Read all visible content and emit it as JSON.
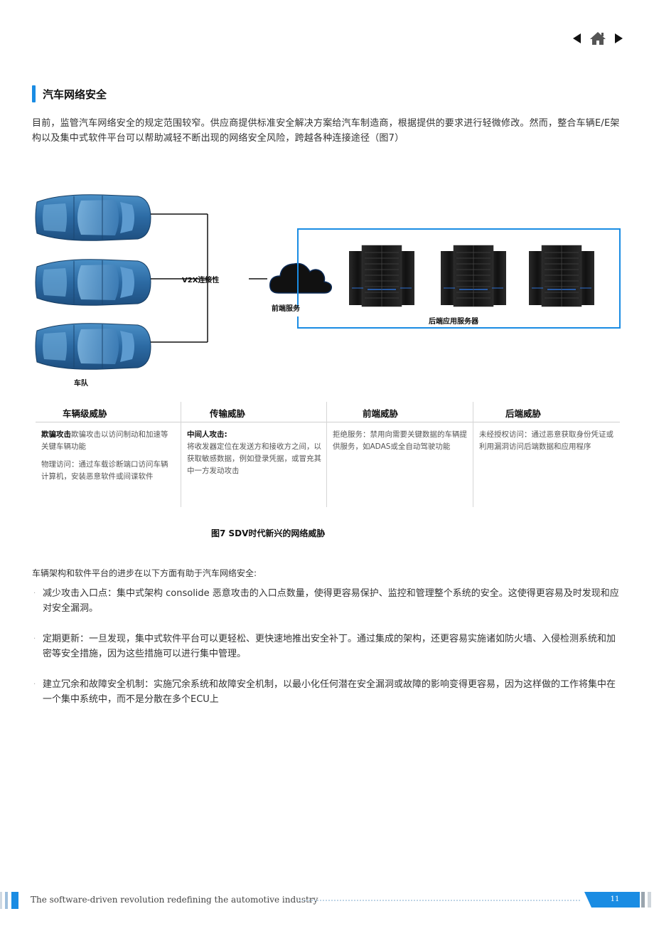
{
  "section": {
    "title": "汽车网络安全",
    "intro": "目前，监管汽车网络安全的规定范围较窄。供应商提供标准安全解决方案给汽车制造商，根据提供的要求进行轻微修改。然而，整合车辆E/E架构以及集中式软件平台可以帮助减轻不断出现的网络安全风险，跨越各种连接途径（图7）"
  },
  "diagram": {
    "fleet_label": "车队",
    "v2x_label": "V2X连接性",
    "frontend_label": "前端服务",
    "backend_label": "后端应用服务器",
    "colors": {
      "accent": "#1a8ce3",
      "car": "#2e6fa8"
    }
  },
  "threats": {
    "columns": [
      {
        "header": "车辆级威胁",
        "items": [
          {
            "title": "欺骗攻击",
            "text": "欺骗攻击以访问制动和加速等关键车辆功能"
          },
          {
            "title": "",
            "text": "物理访问：通过车载诊断端口访问车辆计算机，安装恶意软件或间谍软件"
          }
        ]
      },
      {
        "header": "传输威胁",
        "items": [
          {
            "title": "中间人攻击:",
            "text": "将收发器定位在发送方和接收方之间，以获取敏感数据，例如登录凭据，或冒充其中一方发动攻击"
          }
        ]
      },
      {
        "header": "前端威胁",
        "items": [
          {
            "title": "",
            "text": "拒绝服务：禁用向需要关键数据的车辆提供服务，如ADAS或全自动驾驶功能"
          }
        ]
      },
      {
        "header": "后端威胁",
        "items": [
          {
            "title": "",
            "text": "未经授权访问：通过恶意获取身份凭证或利用漏洞访问后端数据和应用程序"
          }
        ]
      }
    ]
  },
  "figure_caption": "图7 SDV时代新兴的网络威胁",
  "body": {
    "lead": "车辆架构和软件平台的进步在以下方面有助于汽车网络安全:",
    "bullets": [
      "减少攻击入口点：集中式架构 consolide 恶意攻击的入口点数量，使得更容易保护、监控和管理整个系统的安全。这使得更容易及时发现和应对安全漏洞。",
      "定期更新：一旦发现，集中式软件平台可以更轻松、更快速地推出安全补丁。通过集成的架构，还更容易实施诸如防火墙、入侵检测系统和加密等安全措施，因为这些措施可以进行集中管理。",
      "建立冗余和故障安全机制：实施冗余系统和故障安全机制，以最小化任何潜在安全漏洞或故障的影响变得更容易，因为这样做的工作将集中在一个集中系统中，而不是分散在多个ECU上"
    ]
  },
  "footer": {
    "text": "The software-driven revolution redefining the automotive industry",
    "page": "11"
  },
  "nav": {
    "icons": [
      "prev-arrow-icon",
      "home-icon",
      "next-arrow-icon"
    ]
  }
}
